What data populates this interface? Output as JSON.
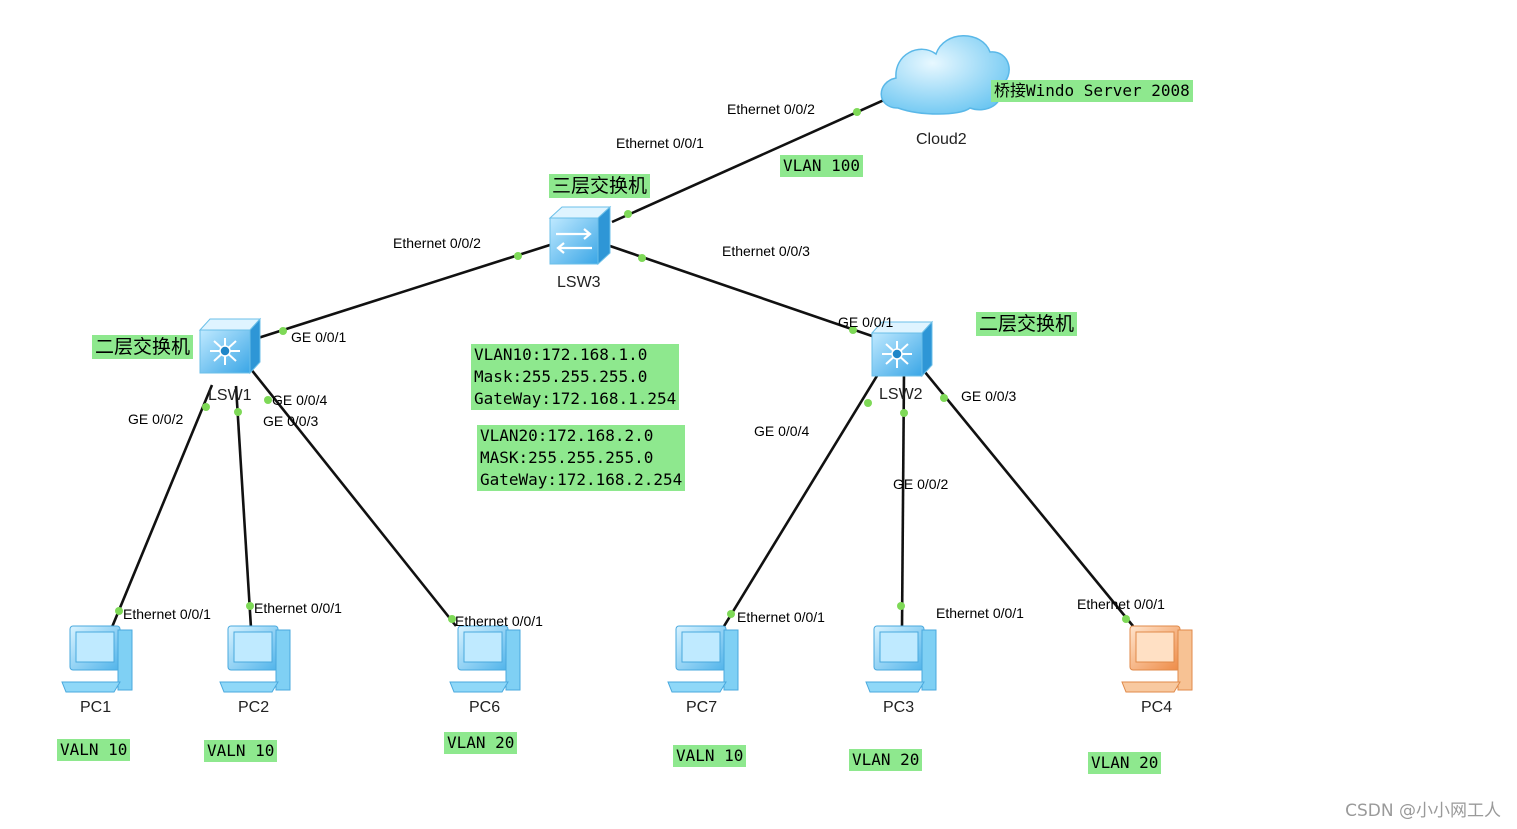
{
  "devices": {
    "cloud": "Cloud2",
    "core": "LSW3",
    "sw1": "LSW1",
    "sw2": "LSW2",
    "pc1": "PC1",
    "pc2": "PC2",
    "pc6": "PC6",
    "pc7": "PC7",
    "pc3": "PC3",
    "pc4": "PC4"
  },
  "ports": {
    "cloud_eth002": "Ethernet 0/0/2",
    "lsw3_eth001": "Ethernet 0/0/1",
    "lsw3_eth002": "Ethernet 0/0/2",
    "lsw3_eth003": "Ethernet 0/0/3",
    "lsw1_ge001": "GE 0/0/1",
    "lsw1_ge002": "GE 0/0/2",
    "lsw1_ge004": "GE 0/0/4",
    "lsw1_ge003": "GE 0/0/3",
    "lsw2_ge001": "GE 0/0/1",
    "lsw2_ge003": "GE 0/0/3",
    "lsw2_ge004": "GE 0/0/4",
    "lsw2_ge002": "GE 0/0/2",
    "pc1_eth": "Ethernet 0/0/1",
    "pc2_eth": "Ethernet 0/0/1",
    "pc6_eth": "Ethernet 0/0/1",
    "pc7_eth": "Ethernet 0/0/1",
    "pc3_eth": "Ethernet 0/0/1",
    "pc4_eth": "Ethernet 0/0/1"
  },
  "notes": {
    "cloud_bridge": "桥接Windo Server 2008",
    "core_vlan": "VLAN 100",
    "core_title": "三层交换机",
    "sw1_title": "二层交换机",
    "sw2_title": "二层交换机",
    "vlan10_block": "VLAN10:172.168.1.0\nMask:255.255.255.0\nGateWay:172.168.1.254",
    "vlan20_block": "VLAN20:172.168.2.0\nMASK:255.255.255.0\nGateWay:172.168.2.254",
    "pc1_vlan": "VALN 10",
    "pc2_vlan": "VALN 10",
    "pc6_vlan": "VLAN 20",
    "pc7_vlan": "VALN 10",
    "pc3_vlan": "VLAN 20",
    "pc4_vlan": "VLAN 20"
  },
  "colors": {
    "note_bg": "#8ee88e",
    "link": "#111111",
    "port_dot": "#7ed957",
    "switch_blue": "#4fb8ee",
    "pc_blue": "#6ec8f2",
    "pc_orange": "#f2a56a",
    "cloud_blue": "#7fcff5"
  },
  "watermark": "CSDN @小小网工人"
}
